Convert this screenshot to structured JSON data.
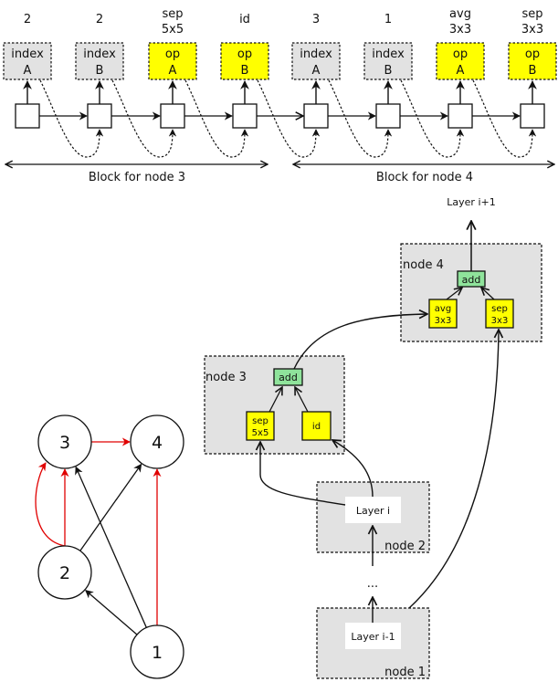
{
  "colors": {
    "gray_fill": "#e2e2e2",
    "op_fill": "#ffff00",
    "add_fill": "#8fe39b",
    "red_edge": "#e00000",
    "ink": "#111111"
  },
  "controller": {
    "steps": [
      {
        "value_line1": "2",
        "value_line2": "",
        "box_line1": "index",
        "box_line2": "A",
        "kind": "index"
      },
      {
        "value_line1": "2",
        "value_line2": "",
        "box_line1": "index",
        "box_line2": "B",
        "kind": "index"
      },
      {
        "value_line1": "sep",
        "value_line2": "5x5",
        "box_line1": "op",
        "box_line2": "A",
        "kind": "op"
      },
      {
        "value_line1": "id",
        "value_line2": "",
        "box_line1": "op",
        "box_line2": "B",
        "kind": "op"
      },
      {
        "value_line1": "3",
        "value_line2": "",
        "box_line1": "index",
        "box_line2": "A",
        "kind": "index"
      },
      {
        "value_line1": "1",
        "value_line2": "",
        "box_line1": "index",
        "box_line2": "B",
        "kind": "index"
      },
      {
        "value_line1": "avg",
        "value_line2": "3x3",
        "box_line1": "op",
        "box_line2": "A",
        "kind": "op"
      },
      {
        "value_line1": "sep",
        "value_line2": "3x3",
        "box_line1": "op",
        "box_line2": "B",
        "kind": "op"
      }
    ],
    "blocks": [
      {
        "label": "Block for node 3"
      },
      {
        "label": "Block for node 4"
      }
    ]
  },
  "graph": {
    "nodes": [
      {
        "id": "1",
        "label": "1"
      },
      {
        "id": "2",
        "label": "2"
      },
      {
        "id": "3",
        "label": "3"
      },
      {
        "id": "4",
        "label": "4"
      }
    ],
    "edges": [
      {
        "from": "1",
        "to": "2",
        "color": "black"
      },
      {
        "from": "1",
        "to": "3",
        "color": "black"
      },
      {
        "from": "1",
        "to": "4",
        "color": "red"
      },
      {
        "from": "2",
        "to": "3",
        "color": "red"
      },
      {
        "from": "2",
        "to": "3",
        "color": "red",
        "curved": true
      },
      {
        "from": "2",
        "to": "4",
        "color": "black"
      },
      {
        "from": "3",
        "to": "4",
        "color": "red"
      }
    ]
  },
  "cell": {
    "output_label": "Layer i+1",
    "ellipsis": "...",
    "node4": {
      "title": "node 4",
      "add": "add",
      "opA": [
        "avg",
        "3x3"
      ],
      "opB": [
        "sep",
        "3x3"
      ]
    },
    "node3": {
      "title": "node 3",
      "add": "add",
      "opA": [
        "sep",
        "5x5"
      ],
      "opB": [
        "id"
      ]
    },
    "node2": {
      "title": "node 2",
      "layer": "Layer i"
    },
    "node1": {
      "title": "node 1",
      "layer": "Layer i-1"
    }
  }
}
